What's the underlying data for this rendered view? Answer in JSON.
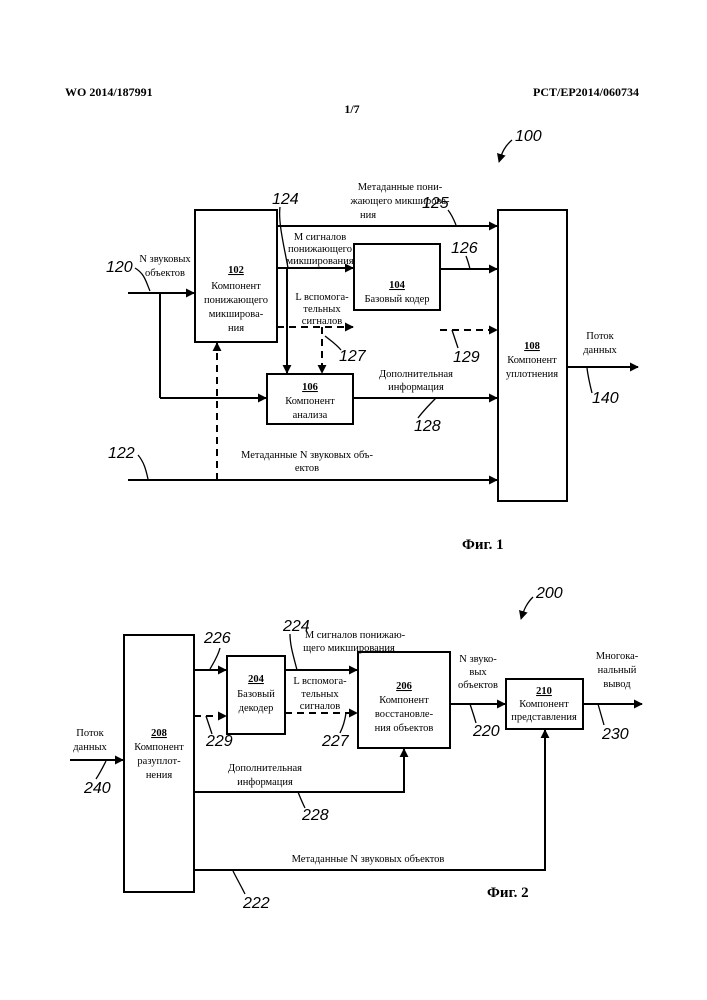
{
  "header": {
    "left": "WO 2014/187991",
    "right": "PCT/EP2014/060734",
    "page": "1/7"
  },
  "fig1": {
    "ref": "100",
    "caption": "Фиг. 1",
    "block102": {
      "num": "102",
      "lines": [
        "Компонент",
        "понижающего",
        "микширова-",
        "ния"
      ]
    },
    "block104": {
      "num": "104",
      "lines": [
        "Базовый кодер"
      ]
    },
    "block106": {
      "num": "106",
      "lines": [
        "Компонент",
        "анализа"
      ]
    },
    "block108": {
      "num": "108",
      "lines": [
        "Компонент",
        "уплотнения"
      ]
    },
    "input_label": [
      "N звуковых",
      "объектов"
    ],
    "downmix_meta": [
      "Метаданные пони-",
      "жающего микширова-",
      "ния"
    ],
    "m_signals": [
      "M сигналов",
      "понижающего",
      "микширования"
    ],
    "l_signals": [
      "L вспомога-",
      "тельных",
      "сигналов"
    ],
    "side_info": [
      "Дополнительная",
      "информация"
    ],
    "object_meta": [
      "Метаданные N звуковых объ-",
      "ектов"
    ],
    "output_label": [
      "Поток",
      "данных"
    ],
    "refs": {
      "r120": "120",
      "r122": "122",
      "r124": "124",
      "r125": "125",
      "r126": "126",
      "r127": "127",
      "r128": "128",
      "r129": "129",
      "r140": "140"
    }
  },
  "fig2": {
    "ref": "200",
    "caption": "Фиг. 2",
    "block204": {
      "num": "204",
      "lines": [
        "Базовый",
        "декодер"
      ]
    },
    "block206": {
      "num": "206",
      "lines": [
        "Компонент",
        "восстановле-",
        "ния объектов"
      ]
    },
    "block208": {
      "num": "208",
      "lines": [
        "Компонент",
        "разуплот-",
        "нения"
      ]
    },
    "block210": {
      "num": "210",
      "lines": [
        "Компонент",
        "представления"
      ]
    },
    "input_label": [
      "Поток",
      "данных"
    ],
    "m_signals": [
      "M сигналов понижаю-",
      "щего микширования"
    ],
    "l_signals": [
      "L вспомога-",
      "тельных",
      "сигналов"
    ],
    "side_info": [
      "Дополнительная",
      "информация"
    ],
    "n_objects": [
      "N звуко-",
      "вых",
      "объектов"
    ],
    "object_meta": [
      "Метаданные N звуковых объектов"
    ],
    "output_label": [
      "Многока-",
      "нальный",
      "вывод"
    ],
    "refs": {
      "r220": "220",
      "r222": "222",
      "r224": "224",
      "r226": "226",
      "r227": "227",
      "r228": "228",
      "r229": "229",
      "r230": "230",
      "r240": "240"
    }
  }
}
